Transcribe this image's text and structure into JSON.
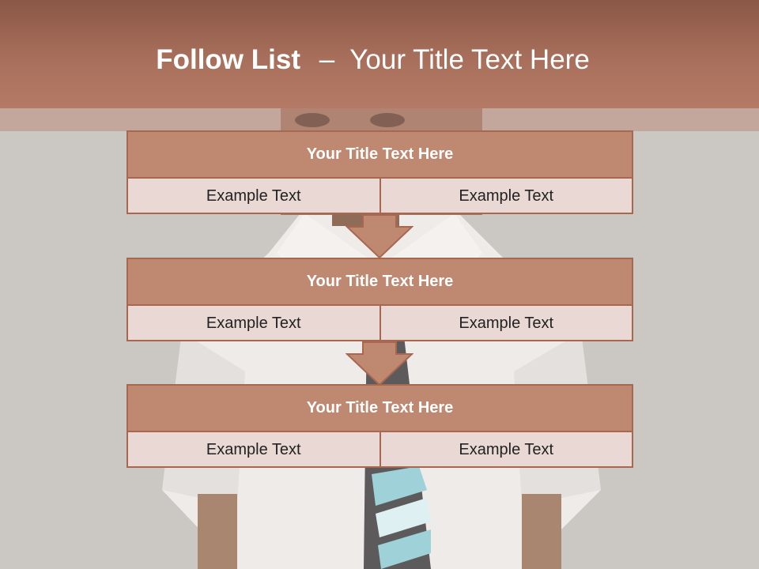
{
  "header": {
    "title_bold": "Follow List",
    "title_separator": "–",
    "title_rest": "Your Title Text Here"
  },
  "colors": {
    "header": "#a8705c",
    "box_header": "#bf8870",
    "box_body": "#e9d8d3",
    "box_border": "#a86850"
  },
  "steps": [
    {
      "title": "Your Title Text Here",
      "left_text": "Example Text",
      "right_text": "Example Text"
    },
    {
      "title": "Your Title Text Here",
      "left_text": "Example Text",
      "right_text": "Example Text"
    },
    {
      "title": "Your Title Text Here",
      "left_text": "Example Text",
      "right_text": "Example Text"
    }
  ]
}
